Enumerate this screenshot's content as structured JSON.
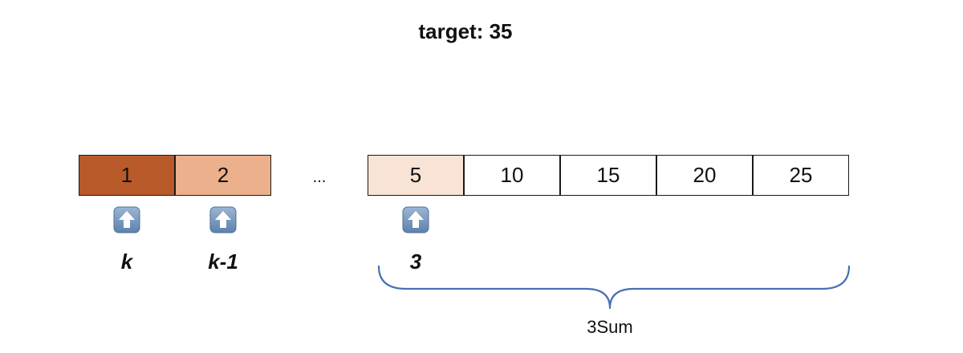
{
  "title": "target: 35",
  "array": {
    "cells": [
      {
        "value": "1",
        "fill": "#b85a2a"
      },
      {
        "value": "2",
        "fill": "#ecb08c"
      },
      {
        "value": "5",
        "fill": "#f8e3d6"
      },
      {
        "value": "10",
        "fill": "#ffffff"
      },
      {
        "value": "15",
        "fill": "#ffffff"
      },
      {
        "value": "20",
        "fill": "#ffffff"
      },
      {
        "value": "25",
        "fill": "#ffffff"
      }
    ],
    "ellipsis": "..."
  },
  "pointers": [
    {
      "icon": "up-arrow-icon",
      "label": "k"
    },
    {
      "icon": "up-arrow-icon",
      "label": "k-1"
    },
    {
      "icon": "up-arrow-icon",
      "label": "3"
    }
  ],
  "brace": {
    "label": "3Sum",
    "color": "#4a70b4"
  },
  "colors": {
    "border": "#1a1a1a",
    "arrow_icon_bg": "#7a9bc0",
    "arrow_icon_fill": "#ffffff"
  }
}
